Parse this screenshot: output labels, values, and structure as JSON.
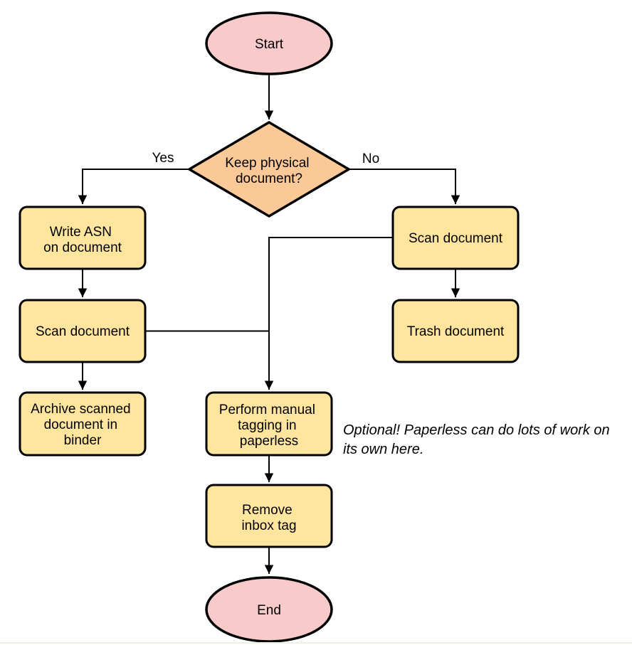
{
  "colors": {
    "pink": "#f8cbca",
    "orange": "#fbc897",
    "yellow": "#ffe59e",
    "stroke": "#000000",
    "divider": "#f2eee2"
  },
  "nodes": {
    "start": {
      "type": "ellipse",
      "label": "Start"
    },
    "decision": {
      "type": "diamond",
      "lines": [
        "Keep physical",
        "document?"
      ]
    },
    "write_asn": {
      "type": "process",
      "lines": [
        "Write ASN",
        "on document"
      ]
    },
    "scan_left": {
      "type": "process",
      "label": "Scan document"
    },
    "archive": {
      "type": "process",
      "lines": [
        "Archive scanned",
        "document in",
        "binder"
      ]
    },
    "scan_right": {
      "type": "process",
      "label": "Scan document"
    },
    "trash": {
      "type": "process",
      "label": "Trash document"
    },
    "tagging": {
      "type": "process",
      "lines": [
        "Perform manual",
        "tagging in",
        "paperless"
      ]
    },
    "remove_inbox": {
      "type": "process",
      "lines": [
        "Remove",
        "inbox tag"
      ]
    },
    "end": {
      "type": "ellipse",
      "label": "End"
    }
  },
  "edge_labels": {
    "yes": "Yes",
    "no": "No"
  },
  "note": {
    "lines": [
      "Optional! Paperless can do lots of work on",
      "its own here."
    ]
  }
}
